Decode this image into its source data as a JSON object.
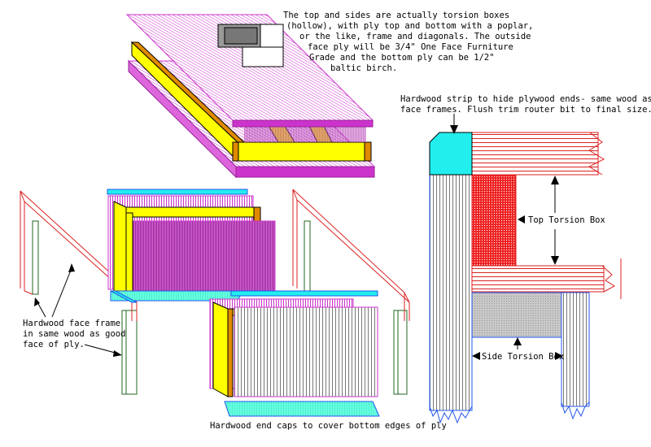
{
  "top_note": {
    "lines": [
      "The top and sides are actually torsion boxes",
      "(hollow), with ply top and bottom  with a poplar,",
      "or the like,  frame and diagonals.  The outside",
      "face  ply will be 3/4\" One Face Furniture",
      "Grade and the bottom ply can be 1/2\"",
      "baltic birch."
    ]
  },
  "strip_note": {
    "lines": [
      "Hardwood strip to hide plywood ends- same wood as",
      "face frames. Flush trim router bit to final size."
    ]
  },
  "face_frame_note": {
    "lines": [
      "Hardwood face frame",
      "in same wood as good",
      "face of ply."
    ]
  },
  "labels": {
    "top_torsion_box": "Top Torsion Box",
    "side_torsion_box": "Side Torsion Box",
    "end_caps": "Hardwood end caps to cover bottom edges of ply"
  },
  "colors": {
    "ply_magenta": "#cc33cc",
    "frame_yellow": "#ffff00",
    "frame_orange": "#e08a00",
    "strip_cyan": "#22eeee",
    "cap_teal": "#66ffdd",
    "edge_blue": "#2255ee",
    "red_line": "#dd2222",
    "green_line": "#226622",
    "gray_fill": "#c8c8c8"
  }
}
